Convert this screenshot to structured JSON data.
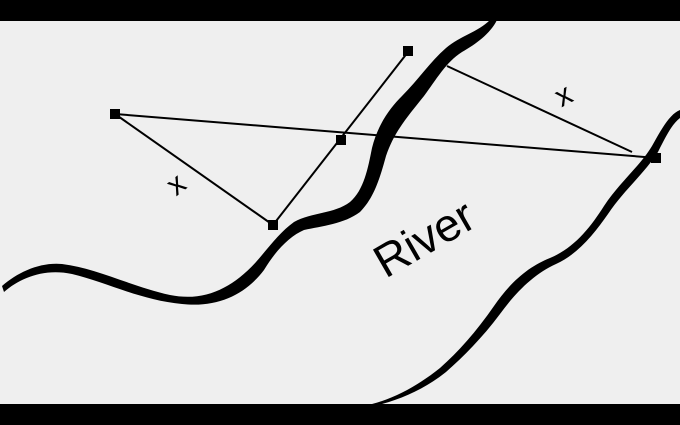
{
  "diagram": {
    "river_label": "River",
    "distance_label_left": "x",
    "distance_label_right": "x"
  },
  "colors": {
    "frame": "#000000",
    "background": "#efefef",
    "ink": "#000000"
  }
}
